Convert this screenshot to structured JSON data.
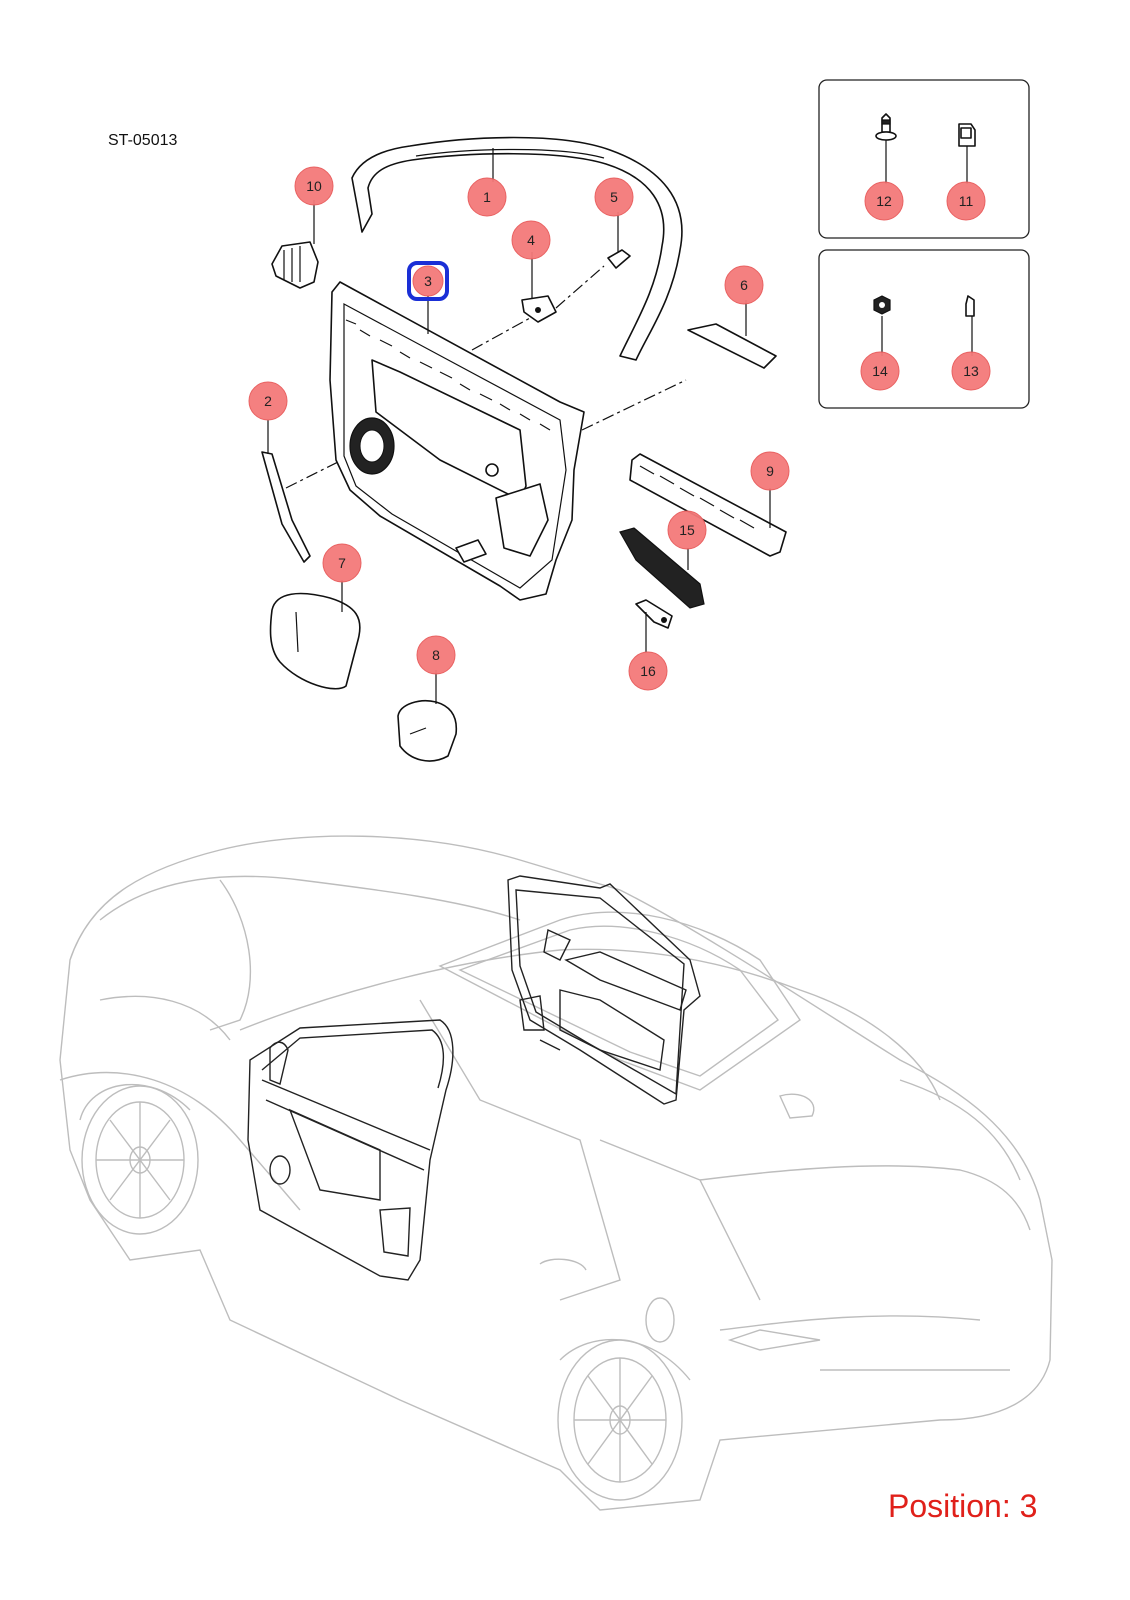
{
  "diagram": {
    "code": "ST-05013",
    "position_label": "Position: 3",
    "selected_callout": "3",
    "colors": {
      "callout_fill": "#f47a7a",
      "selected_outline": "#1a2fd6",
      "position_text": "#e0201a",
      "car_outline": "#bdbdbd"
    }
  },
  "callouts": {
    "c1": "1",
    "c2": "2",
    "c3": "3",
    "c4": "4",
    "c5": "5",
    "c6": "6",
    "c7": "7",
    "c8": "8",
    "c9": "9",
    "c10": "10",
    "c11": "11",
    "c12": "12",
    "c13": "13",
    "c14": "14",
    "c15": "15",
    "c16": "16"
  }
}
